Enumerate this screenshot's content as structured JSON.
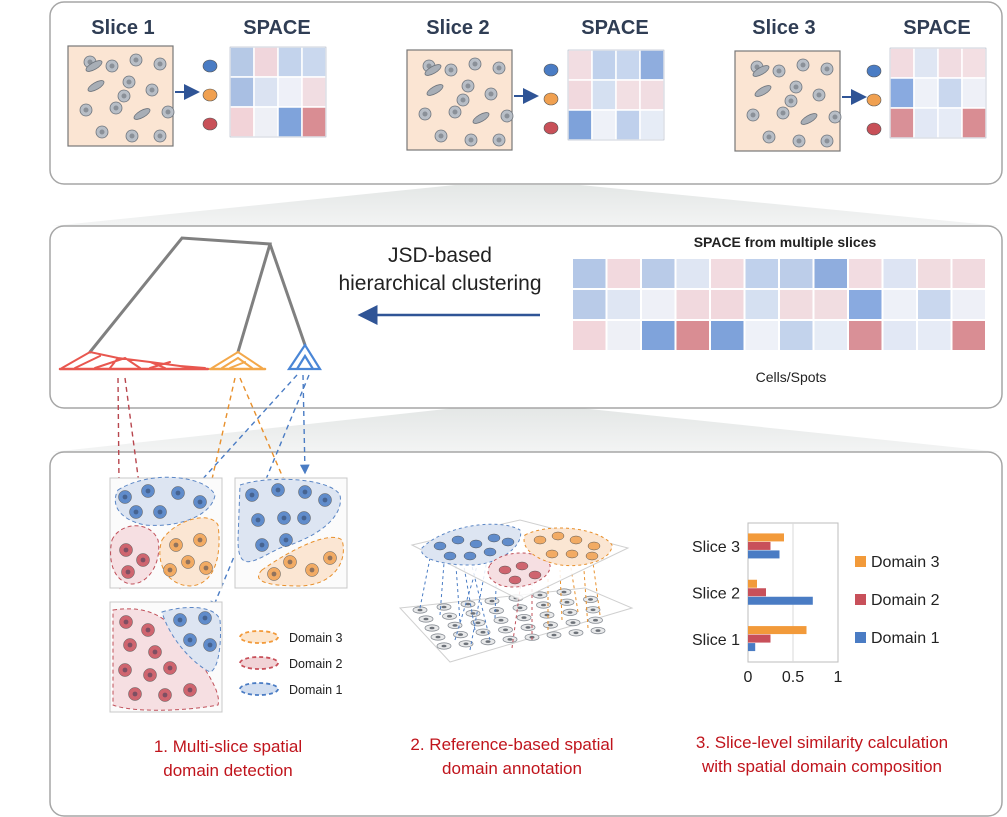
{
  "slices": [
    {
      "title": "Slice 1",
      "space_label": "SPACE",
      "matrix": [
        [
          "#b6c9e6",
          "#f0d6dc",
          "#c3d3ec",
          "#cad8ee"
        ],
        [
          "#a9bfe3",
          "#dbe3f2",
          "#eef0f8",
          "#f1dde2"
        ],
        [
          "#f2d3d8",
          "#eef0f6",
          "#7fa3db",
          "#d98d93"
        ]
      ]
    },
    {
      "title": "Slice 2",
      "space_label": "SPACE",
      "matrix": [
        [
          "#f2dde2",
          "#c0d1ec",
          "#c7d6ee",
          "#8fadde"
        ],
        [
          "#f1d9de",
          "#d5e0f1",
          "#f2dfe3",
          "#f1dde2"
        ],
        [
          "#7ea2da",
          "#eef1f8",
          "#bfd0ec",
          "#e6ecf6"
        ]
      ]
    },
    {
      "title": "Slice 3",
      "space_label": "SPACE",
      "matrix": [
        [
          "#f2dbe0",
          "#dfe6f3",
          "#f1dce1",
          "#f3dfe3"
        ],
        [
          "#89aae0",
          "#eef1f8",
          "#c9d7ee",
          "#eef0f7"
        ],
        [
          "#d99097",
          "#e2e8f5",
          "#e6ebf6",
          "#d98d93"
        ]
      ]
    }
  ],
  "cell_types": [
    {
      "name": "blue-cell",
      "color": "#4a7cc4"
    },
    {
      "name": "orange-cell",
      "color": "#f0a050"
    },
    {
      "name": "red-cell",
      "color": "#c85058"
    }
  ],
  "clustering": {
    "method_line1": "JSD-based",
    "method_line2": "hierarchical clustering",
    "space_title": "SPACE from multiple slices",
    "axis_label": "Cells/Spots",
    "matrix": [
      [
        "#b3c7e7",
        "#f2d9de",
        "#b9cbe8",
        "#dfe6f3",
        "#f2dbe0",
        "#c0d1ec",
        "#bccde9",
        "#8fadde",
        "#f2dce1",
        "#dde4f3",
        "#f1dce0",
        "#f1dadf"
      ],
      [
        "#b9cbe8",
        "#dfe6f3",
        "#eef0f7",
        "#f1d9de",
        "#f1d8dd",
        "#d5e0f1",
        "#f1dce0",
        "#f1dde1",
        "#89aae0",
        "#eef1f8",
        "#c9d7ee",
        "#eef0f7"
      ],
      [
        "#f2d6db",
        "#eef0f6",
        "#7fa3db",
        "#d98d93",
        "#7ea2da",
        "#eef1f8",
        "#c3d3ec",
        "#e6ecf6",
        "#d99097",
        "#e2e8f5",
        "#e6ebf6",
        "#d98d93"
      ]
    ]
  },
  "legend": {
    "items": [
      {
        "label": "Domain 3",
        "color": "#f29a3a"
      },
      {
        "label": "Domain 2",
        "color": "#c8505a"
      },
      {
        "label": "Domain 1",
        "color": "#4a7cc4"
      }
    ]
  },
  "steps": [
    {
      "line1": "1.  Multi-slice spatial",
      "line2": "domain detection"
    },
    {
      "line1": "2. Reference-based spatial",
      "line2": "domain annotation"
    },
    {
      "line1": "3. Slice-level similarity calculation",
      "line2": "with spatial domain composition"
    }
  ],
  "chart_data": {
    "type": "bar",
    "orientation": "horizontal",
    "categories": [
      "Slice 1",
      "Slice 2",
      "Slice 3"
    ],
    "series": [
      {
        "name": "Domain 3",
        "color": "#f29a3a",
        "values": [
          0.65,
          0.1,
          0.4
        ]
      },
      {
        "name": "Domain 2",
        "color": "#c8505a",
        "values": [
          0.25,
          0.2,
          0.25
        ]
      },
      {
        "name": "Domain 1",
        "color": "#4a7cc4",
        "values": [
          0.08,
          0.72,
          0.35
        ]
      }
    ],
    "xlim": [
      0,
      1
    ],
    "xticks": [
      "0",
      "0.5",
      "1"
    ],
    "legend_position": "right"
  }
}
